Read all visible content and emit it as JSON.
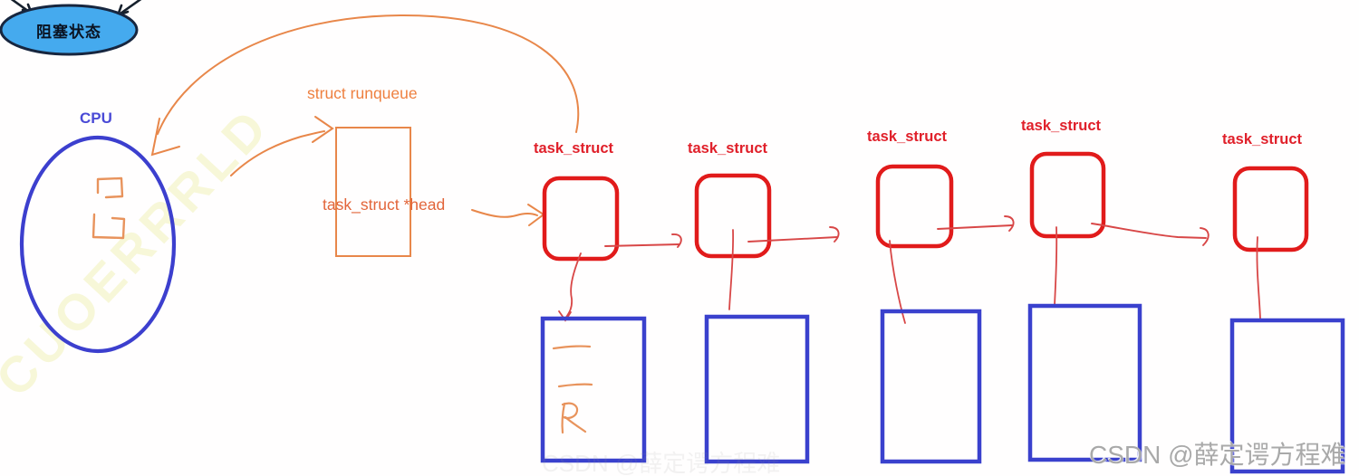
{
  "blocked_state": {
    "label": "阻塞状态"
  },
  "cpu": {
    "label": "CPU"
  },
  "runqueue": {
    "title": "struct runqueue",
    "head_field": "task_struct *head"
  },
  "task_nodes": [
    {
      "label": "task_struct"
    },
    {
      "label": "task_struct"
    },
    {
      "label": "task_struct"
    },
    {
      "label": "task_struct"
    },
    {
      "label": "task_struct"
    }
  ],
  "watermarks": {
    "csdn": "CSDN @薛定谔方程难",
    "csdn_faint": "CSDN @薛定谔方程难",
    "diagonal": "CUOERRRLD"
  },
  "colors": {
    "blocked_fill": "#45aaee",
    "blocked_border": "#17263f",
    "blue_outline": "#3c3fce",
    "stack_blue": "#3a41cd",
    "orange_stroke": "#e8874a",
    "orange_text": "#ee8040",
    "head_text": "#e2653a",
    "red_box": "#e11b1b",
    "red_line": "#d84747",
    "red_text": "#e0202a",
    "watermark_gray": "#a9a9a9"
  }
}
